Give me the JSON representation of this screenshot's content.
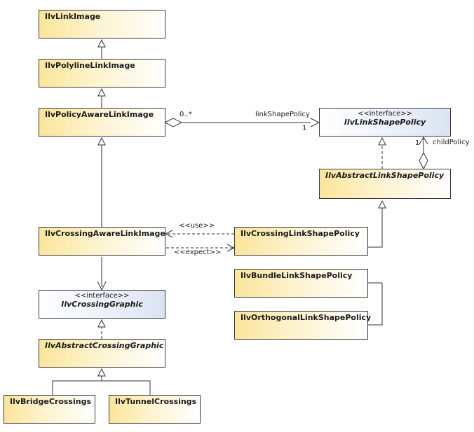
{
  "classes": {
    "link_image": "IlvLinkImage",
    "polyline_link_image": "IlvPolylineLinkImage",
    "policy_aware_link_image": "IlvPolicyAwareLinkImage",
    "crossing_aware_link_image": "IlvCrossingAwareLinkImage",
    "crossing_graphic": "IlvCrossingGraphic",
    "abstract_crossing_graphic": "IlvAbstractCrossingGraphic",
    "bridge_crossings": "IlvBridgeCrossings",
    "tunnel_crossings": "IlvTunnelCrossings",
    "link_shape_policy": "IlvLinkShapePolicy",
    "abstract_link_shape_policy": "IlvAbstractLinkShapePolicy",
    "crossing_link_shape_policy": "IlvCrossingLinkShapePolicy",
    "bundle_link_shape_policy": "IlvBundleLinkShapePolicy",
    "orthogonal_link_shape_policy": "IlvOrthogonalLinkShapePolicy"
  },
  "stereotypes": {
    "interface": "<<interface>>"
  },
  "labels": {
    "multiplicity_many": "0..*",
    "multiplicity_one": "1",
    "link_shape_policy_role": "linkShapePolicy",
    "child_multiplicity": "1",
    "child_policy_role": "childPolicy",
    "use": "<<use>>",
    "expect": "<<expect>>"
  }
}
